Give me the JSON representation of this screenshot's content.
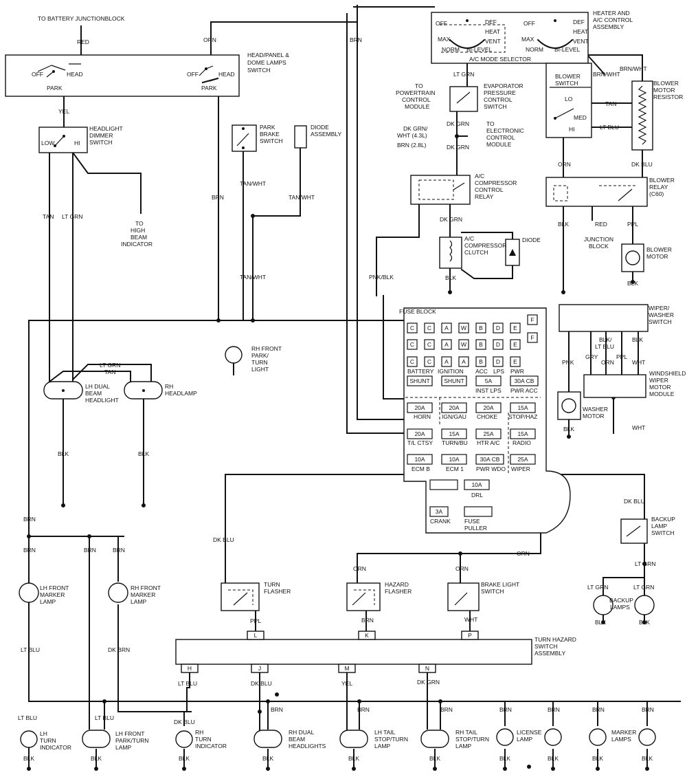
{
  "labels": {
    "to_battery": "TO BATTERY JUNCTIONBLOCK",
    "red_top": "RED",
    "orn_top": "ORN",
    "brn_top": "BRN",
    "head_sw_1": "HEAD/PANEL &",
    "head_sw_2": "DOME LAMPS",
    "head_sw_3": "SWITCH",
    "off1": "OFF",
    "head1": "HEAD",
    "park1": "PARK",
    "off2": "OFF",
    "head2": "HEAD",
    "park2": "PARK",
    "yel_hl": "YEL",
    "dimmer_1": "HEADLIGHT",
    "dimmer_2": "DIMMER",
    "dimmer_3": "SWITCH",
    "low": "LOW",
    "hi": "HI",
    "tan": "TAN",
    "lt_grn": "LT GRN",
    "hb_1": "TO",
    "hb_2": "HIGH",
    "hb_3": "BEAM",
    "hb_4": "INDICATOR",
    "brn_mid": "BRN",
    "pb_1": "PARK",
    "pb_2": "BRAKE",
    "pb_3": "SWITCH",
    "diode_asm_1": "DIODE",
    "diode_asm_2": "ASSEMBLY",
    "tan_wht_1": "TAN/WHT",
    "tan_wht_2": "TAN/WHT",
    "tan_wht_3": "TAN/WHT",
    "hvac_1": "HEATER AND",
    "hvac_2": "A/C CONTROL",
    "hvac_3": "ASSEMBLY",
    "off_h1": "OFF",
    "def_h1": "DEF",
    "heat_h1": "HEAT",
    "max_h1": "MAX",
    "vent_h1": "VENT",
    "norm_h1": "NORM",
    "bil_h1": "BI-LEVEL",
    "off_h2": "OFF",
    "def_h2": "DEF",
    "heat_h2": "HEAT",
    "max_h2": "MAX",
    "vent_h2": "VENT",
    "norm_h2": "NORM",
    "bil_h2": "BI-LEVEL",
    "mode_sel": "A/C MODE SELECTOR",
    "lt_grn_evap": "LT GRN",
    "evap_1": "EVAPORATOR",
    "evap_2": "PRESSURE",
    "evap_3": "CONTROL",
    "evap_4": "SWITCH",
    "pcm_1": "TO",
    "pcm_2": "POWERTRAIN",
    "pcm_3": "CONTROL",
    "pcm_4": "MODULE",
    "dk_grn_wht": "DK GRN/",
    "wht_43": "WHT (4.3L)",
    "brn_28": "BRN (2.8L)",
    "dk_grn_1": "DK GRN",
    "ecm_1": "TO",
    "ecm_2": "ELECTRONIC",
    "ecm_3": "CONTROL",
    "ecm_4": "MODULE",
    "dk_grn_2": "DK GRN",
    "acc_relay_1": "A/C",
    "acc_relay_2": "COMPRESSOR",
    "acc_relay_3": "CONTROL",
    "acc_relay_4": "RELAY",
    "dk_grn_3": "DK GRN",
    "clutch_1": "A/C",
    "clutch_2": "COMPRESSOR",
    "clutch_3": "CLUTCH",
    "diode": "DIODE",
    "blk_clutch": "BLK",
    "pnk_blk": "PNK/BLK",
    "blower_sw_1": "BLOWER",
    "blower_sw_2": "SWITCH",
    "brn_wht_1": "BRN/WHT",
    "brn_wht_2": "BRN/WHT",
    "lo": "LO",
    "med": "MED",
    "hi_b": "HI",
    "tan_b": "TAN",
    "lt_blu_b": "LT BLU",
    "res_1": "BLOWER",
    "res_2": "MOTOR",
    "res_3": "RESISTOR",
    "orn_b": "ORN",
    "dk_blu_b": "DK BLU",
    "brelay_1": "BLOWER",
    "brelay_2": "RELAY",
    "brelay_3": "(C60)",
    "blk_b": "BLK",
    "red_b": "RED",
    "ppl_b": "PPL",
    "jb_1": "JUNCTION",
    "jb_2": "BLOCK",
    "bm_1": "BLOWER",
    "bm_2": "MOTOR",
    "blk_bm": "BLK",
    "fuse_block": "FUSE BLOCK",
    "fb_row1": [
      "C",
      "C",
      "A",
      "W",
      "B",
      "D",
      "E"
    ],
    "fb_row2": [
      "C",
      "C",
      "A",
      "W",
      "B",
      "D",
      "E"
    ],
    "fb_row3": [
      "C",
      "C",
      "A",
      "A",
      "B",
      "D",
      "E"
    ],
    "fb_f1": "F",
    "fb_f2": "F",
    "battery": "BATTERY",
    "ignition": "IGNITION",
    "acc": "ACC",
    "lps": "LPS",
    "pwr": "PWR",
    "shunt1": "SHUNT",
    "shunt2": "SHUNT",
    "f5a": "5A",
    "f30acb1": "30A CB",
    "inst_lps": "INST LPS",
    "pwr_acc": "PWR ACC",
    "f20a_1": "20A",
    "f20a_2": "20A",
    "f20a_3": "20A",
    "f15a_1": "15A",
    "horn": "HORN",
    "ign_gau": "IGN/GAU",
    "choke": "CHOKE",
    "stop_haz": "STOP/HAZ",
    "f20a_4": "20A",
    "f15a_2": "15A",
    "f25a_1": "25A",
    "f15a_3": "15A",
    "tl_ctsy": "T/L  CTSY",
    "turn_bu": "TURN/BU",
    "htr_ac": "HTR  A/C",
    "radio": "RADIO",
    "f10a_1": "10A",
    "f10a_2": "10A",
    "f30acb2": "30A  CB",
    "f25a_2": "25A",
    "ecm_b": "ECM  B",
    "ecm1": "ECM  1",
    "pwr_wdo": "PWR  WDO",
    "wiper": "WIPER",
    "f10a_3": "10A",
    "drl": "DRL",
    "f3a": "3A",
    "crank": "CRANK",
    "fuse_p1": "FUSE",
    "fuse_p2": "PULLER",
    "ww_sw_1": "WIPER/",
    "ww_sw_2": "WASHER",
    "ww_sw_3": "SWITCH",
    "pnk_w": "PNK",
    "blk_ltblu_1": "BLK/",
    "blk_ltblu_2": "LT BLU",
    "blk_w": "BLK",
    "gry": "GRY",
    "orn_w": "ORN",
    "ppl_w": "PPL",
    "wht_w": "WHT",
    "wwm_1": "WINDSHIELD",
    "wwm_2": "WIPER",
    "wwm_3": "MOTOR",
    "wwm_4": "MODULE",
    "wash_1": "WASHER",
    "wash_2": "MOTOR",
    "blk_wash": "BLK",
    "wht_w2": "WHT",
    "lt_grn_h": "LT GRN",
    "tan_h": "TAN",
    "lh_dual_1": "LH DUAL",
    "lh_dual_2": "BEAM",
    "lh_dual_3": "HEADLIGHT",
    "rh_hl_1": "RH",
    "rh_hl_2": "HEADLAMP",
    "blk_lh": "BLK",
    "blk_rh": "BLK",
    "rhf_1": "RH FRONT",
    "rhf_2": "PARK/",
    "rhf_3": "TURN",
    "rhf_4": "LIGHT",
    "dk_blu_tf": "DK BLU",
    "dk_blu_bl": "DK BLU",
    "bu_1": "BACKUP",
    "bu_2": "LAMP",
    "bu_3": "SWITCH",
    "lt_grn_bu": "LT GRN",
    "lt_grn_bu1": "LT GRN",
    "lt_grn_bu2": "LT GRN",
    "bul_1": "BACKUP",
    "bul_2": "LAMPS",
    "blk_bu1": "BLK",
    "blk_bu2": "BLK",
    "orn_drl": "ORN",
    "orn_hf": "ORN",
    "orn_bl": "ORN",
    "brn_l1": "BRN",
    "brn_l2": "BRN",
    "brn_l3": "BRN",
    "lhfm_1": "LH FRONT",
    "lhfm_2": "MARKER",
    "lhfm_3": "LAMP",
    "rhfm_1": "RH FRONT",
    "rhfm_2": "MARKER",
    "rhfm_3": "LAMP",
    "lt_blu_1": "LT BLU",
    "dk_brn": "DK BRN",
    "tf_1": "TURN",
    "tf_2": "FLASHER",
    "hf_1": "HAZARD",
    "hf_2": "FLASHER",
    "bls_1": "BRAKE LIGHT",
    "bls_2": "SWITCH",
    "ppl_tf": "PPL",
    "brn_hf": "BRN",
    "wht_bls": "WHT",
    "pin_l": "L",
    "pin_k": "K",
    "pin_p": "P",
    "ths_1": "TURN HAZARD",
    "ths_2": "SWITCH",
    "ths_3": "ASSEMBLY",
    "pin_h": "H",
    "pin_j": "J",
    "pin_m": "M",
    "pin_n": "N",
    "lt_blu_h": "LT BLU",
    "dk_blu_j": "DK BLU",
    "yel_m": "YEL",
    "dk_grn_n": "DK GRN",
    "lt_blu_b1": "LT BLU",
    "lt_blu_b2": "LT BLU",
    "dk_blu_b3": "DK BLU",
    "brn_b1": "BRN",
    "brn_b2": "BRN",
    "brn_b3": "BRN",
    "brn_b4": "BRN",
    "brn_b5": "BRN",
    "brn_b6": "BRN",
    "brn_b7": "BRN",
    "lhti_1": "LH",
    "lhti_2": "TURN",
    "lhti_3": "INDICATOR",
    "lhfp_1": "LH FRONT",
    "lhfp_2": "PARK/TURN",
    "lhfp_3": "LAMP",
    "rhti_1": "RH",
    "rhti_2": "TURN",
    "rhti_3": "INDICATOR",
    "rhd_1": "RH DUAL",
    "rhd_2": "BEAM",
    "rhd_3": "HEADLIGHTS",
    "lht_1": "LH TAIL",
    "lht_2": "STOP/TURN",
    "lht_3": "LAMP",
    "rht_1": "RH TAIL",
    "rht_2": "STOP/TURN",
    "rht_3": "LAMP",
    "lic_1": "LICENSE",
    "lic_2": "LAMP",
    "ml_1": "MARKER",
    "ml_2": "LAMPS",
    "blk_b1": "BLK",
    "blk_b2": "BLK",
    "blk_b3": "BLK",
    "blk_b4": "BLK",
    "blk_b5": "BLK",
    "blk_b6": "BLK",
    "blk_b7": "BLK",
    "blk_b8": "BLK",
    "blk_b9": "BLK",
    "blk_b10": "BLK"
  }
}
